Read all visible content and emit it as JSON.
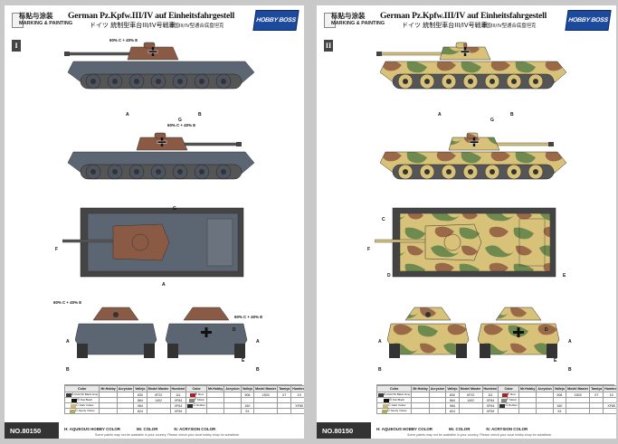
{
  "header": {
    "marking_cn": "标贴与涂装",
    "marking_en": "MARKING & PAINTING",
    "title": "German Pz.Kpfw.III/IV auf Einheitsfahrgestell",
    "title_jp": "ドイツ 統制型車台III/IV号戦車",
    "title_cn": "德国III/IV型通合底盘坦克",
    "brand": "HOBBY BOSS"
  },
  "sheets": [
    {
      "roman": "I",
      "scheme": "grey",
      "callouts": {
        "side_upper": "60% C + 40% E",
        "side_lower": "60% C + 40% E",
        "front": "60% C + 40% E",
        "rear": "60% C + 40% E"
      },
      "letters": {
        "side_g": "G",
        "side_a": "A",
        "side_b": "B",
        "top_f": "F",
        "top_g": "G",
        "top_a": "A",
        "front_a": "A",
        "front_b": "B",
        "rear_a": "A",
        "rear_b": "B",
        "rear_d": "D",
        "rear_e": "E"
      }
    },
    {
      "roman": "II",
      "scheme": "camouflage",
      "callouts": {},
      "letters": {
        "side_g": "G",
        "side_a": "A",
        "side_b": "B",
        "top_c": "C",
        "top_d": "D",
        "top_e": "E",
        "top_f": "F",
        "front_a": "A",
        "front_b": "B",
        "rear_a": "A",
        "rear_b": "B",
        "rear_d": "D",
        "rear_e": "E"
      }
    }
  ],
  "legend": {
    "headers": [
      "Color",
      "Mr.Hobby",
      "Acrysion",
      "Vallejo",
      "Model Master",
      "Humbrol",
      "Color",
      "Mr.Hobby",
      "Acrysion",
      "Vallejo",
      "Model Master",
      "Tamiya",
      "Humbrol"
    ],
    "rows": [
      {
        "code": "A",
        "name": "RLM 66 Black Gray",
        "swatch": "#3a3a3a",
        "mr": "",
        "acr": "",
        "val": "830",
        "mm": "XF22",
        "hum": "111",
        "code2": "E",
        "name2": "Red",
        "swatch2": "#b01e1e",
        "mr2": "",
        "acr2": "",
        "val2": "908",
        "mm2": "1503",
        "tam2": "X7",
        "hum2": "19"
      },
      {
        "code": "B",
        "name": "Flat Black",
        "swatch": "#111111",
        "mr": "",
        "acr": "",
        "val": "864",
        "mm": "1402",
        "hum": "XF84",
        "code2": "F",
        "name2": "Metal",
        "swatch2": "#8a8a8a",
        "mr2": "",
        "acr2": "",
        "val2": "",
        "mm2": "",
        "tam2": "",
        "hum2": ""
      },
      {
        "code": "C",
        "name": "Dark Yellow",
        "swatch": "#d2b470",
        "mr": "",
        "acr": "",
        "val": "984",
        "mm": "",
        "hum": "XF64",
        "code2": "G",
        "name2": "Rubber",
        "swatch2": "#2c2c2c",
        "mr2": "",
        "acr2": "",
        "val2": "160",
        "mm2": "",
        "tam2": "",
        "hum2": "XF85"
      },
      {
        "code": "D",
        "name": "Sandy Yellow",
        "swatch": "#a8b25a",
        "mr": "",
        "acr": "",
        "val": "824",
        "mm": "",
        "hum": "XF59",
        "code2": "",
        "name2": "",
        "swatch2": "",
        "mr2": "",
        "acr2": "",
        "val2": "93",
        "mm2": "",
        "tam2": "",
        "hum2": ""
      }
    ]
  },
  "brandline": {
    "h": "H: AQUEOUS HOBBY COLOR",
    "mr": "Mr. COLOR",
    "n": "N: ACRYSION COLOR"
  },
  "disclaimer": "Some paints may not be available in your country. Please check your local hobby shop for substitute.",
  "part_no": "NO.80150",
  "colors": {
    "grey": "#5c6672",
    "grey_dark": "#3e4650",
    "brown": "#8a5a44",
    "tan": "#d8c27a",
    "green": "#6f8a4e",
    "redbrown": "#9a6a48"
  }
}
